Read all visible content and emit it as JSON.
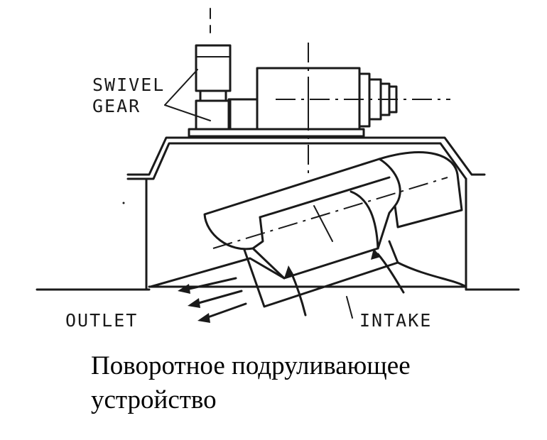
{
  "diagram": {
    "labels": {
      "swivel_gear_line1": "SWIVEL",
      "swivel_gear_line2": "GEAR",
      "outlet": "OUTLET",
      "intake": "INTAKE"
    }
  },
  "caption": {
    "line1": "Поворотное подруливающее",
    "line2": "устройство"
  },
  "colors": {
    "ink": "#1a1a1a",
    "background": "#ffffff"
  }
}
